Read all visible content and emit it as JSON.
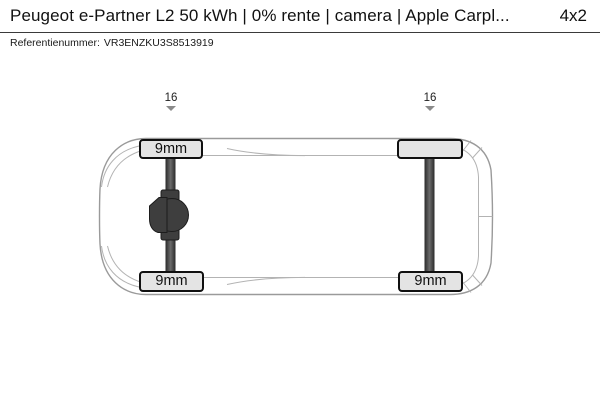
{
  "header": {
    "title": "Peugeot e-Partner L2 50 kWh | 0% rente | camera | Apple Carpl...",
    "drivetrain_badge": "4x2",
    "reference_label": "Referentienummer:",
    "reference_number": "VR3ENZKU3S8513919"
  },
  "diagram": {
    "axles": [
      {
        "name": "front",
        "rim_size": "16",
        "tires": [
          {
            "position": "front-top",
            "tread_depth": "9mm"
          },
          {
            "position": "front-bottom",
            "tread_depth": "9mm"
          }
        ]
      },
      {
        "name": "rear",
        "rim_size": "16",
        "tires": [
          {
            "position": "rear-top",
            "tread_depth": ""
          },
          {
            "position": "rear-bottom",
            "tread_depth": "9mm"
          }
        ]
      }
    ]
  },
  "colors": {
    "tire_box_fill": "#e4e4e4",
    "tire_box_border": "#101010",
    "axle_dark": "#3e3e3e",
    "body_outline": "#9a9a9a",
    "inner_line": "#b3b3b3",
    "arrow": "#8a8a8a",
    "divider": "#3a3a3a"
  }
}
